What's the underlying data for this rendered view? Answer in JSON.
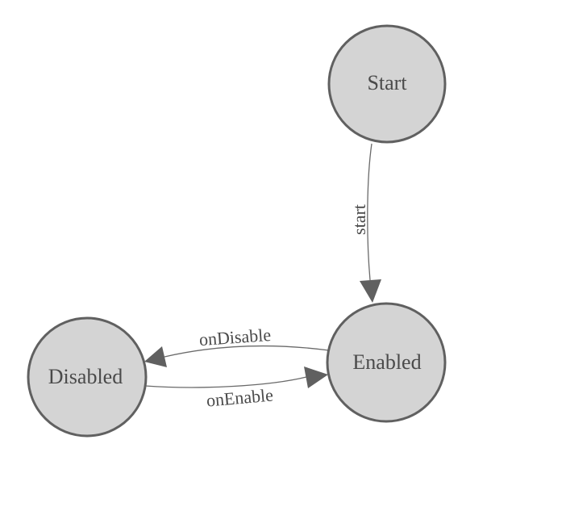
{
  "diagram": {
    "type": "state-machine-graph",
    "nodes": [
      {
        "id": "start",
        "label": "Start"
      },
      {
        "id": "enabled",
        "label": "Enabled"
      },
      {
        "id": "disabled",
        "label": "Disabled"
      }
    ],
    "edges": [
      {
        "from": "Start",
        "to": "Enabled",
        "label": "start"
      },
      {
        "from": "Enabled",
        "to": "Disabled",
        "label": "onDisable"
      },
      {
        "from": "Disabled",
        "to": "Enabled",
        "label": "onEnable"
      }
    ],
    "colors": {
      "background": "#ffffff",
      "node_fill": "#d4d4d4",
      "node_border": "#606060",
      "edge_line": "#6a6a6a",
      "arrowhead": "#606060",
      "label_text": "#4a4a4a"
    }
  }
}
